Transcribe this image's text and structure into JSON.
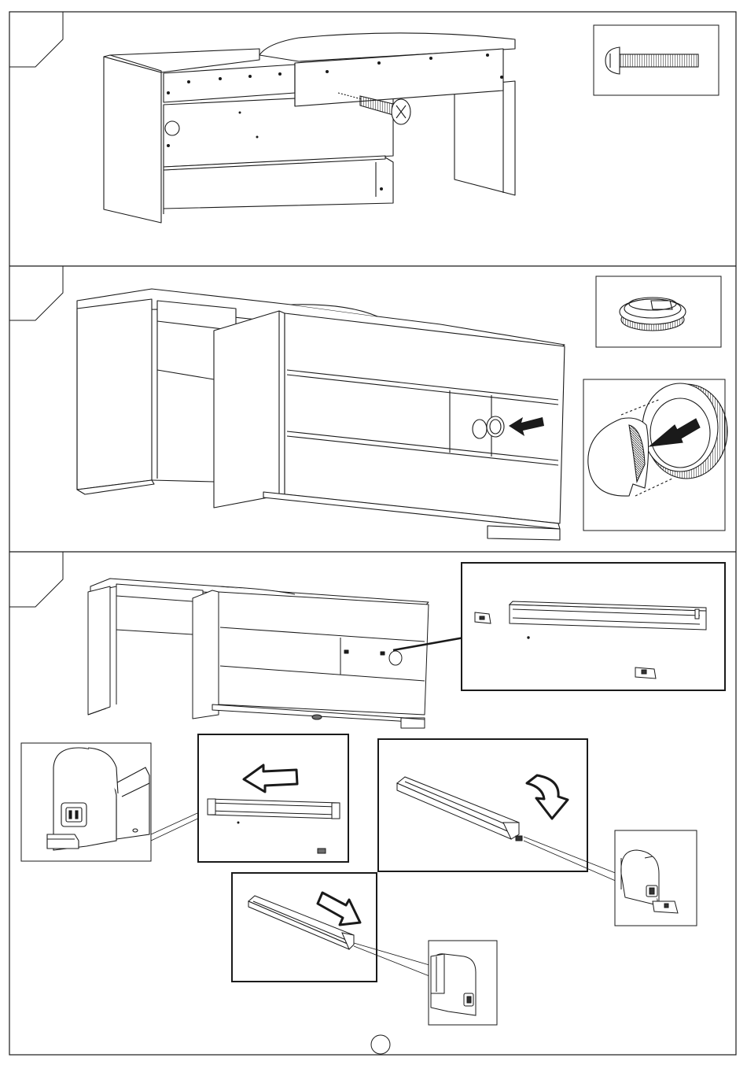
{
  "document": {
    "type": "assembly-instructions",
    "steps": [
      {
        "id": "step-1",
        "parts": [
          "desk-frame",
          "drawer",
          "shelf-top",
          "mounting-screw"
        ],
        "detail_parts": [
          "screw"
        ]
      },
      {
        "id": "step-2",
        "parts": [
          "desk-corner-assembly",
          "cable-grommet"
        ],
        "detail_parts": [
          "cable-grommet",
          "grommet-cap-insert"
        ]
      },
      {
        "id": "step-3",
        "parts": [
          "desk-corner-assembly",
          "led-light-bar",
          "mounting-clips"
        ],
        "detail_parts": [
          "light-bar-end-plug",
          "light-bar-slide-left",
          "light-bar-rotate",
          "light-bar-insert",
          "end-cap-connector"
        ]
      }
    ]
  },
  "colors": {
    "line": "#1a1a1a",
    "paper": "#ffffff",
    "shade": "#6d6d6d"
  },
  "icons": [
    "screw-icon",
    "grommet-icon",
    "arrow-left-icon",
    "arrow-curved-icon",
    "arrow-diagonal-icon"
  ],
  "footer": {
    "page_number": ""
  }
}
